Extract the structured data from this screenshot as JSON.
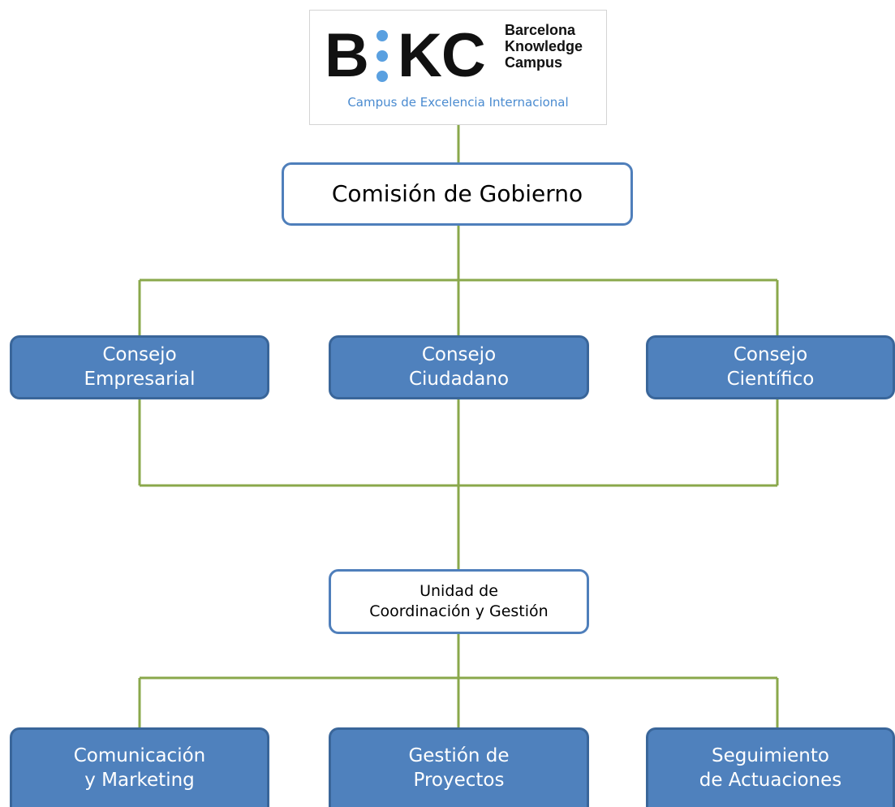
{
  "logo": {
    "letter_left": "B",
    "letters_right": "KC",
    "name_lines": [
      "Barcelona",
      "Knowledge",
      "Campus"
    ],
    "tagline": "Campus de Excelencia Internacional",
    "dot_color": "#5aa0e0"
  },
  "nodes": {
    "comision": {
      "lines": [
        "Comisión de Gobierno"
      ]
    },
    "empresarial": {
      "lines": [
        "Consejo",
        "Empresarial"
      ]
    },
    "ciudadano": {
      "lines": [
        "Consejo",
        "Ciudadano"
      ]
    },
    "cientifico": {
      "lines": [
        "Consejo",
        "Científico"
      ]
    },
    "unidad": {
      "lines": [
        "Unidad de",
        "Coordinación y Gestión"
      ]
    },
    "comunicacion": {
      "lines": [
        "Comunicación",
        "y Marketing"
      ]
    },
    "gestion": {
      "lines": [
        "Gestión de",
        "Proyectos"
      ]
    },
    "seguimiento": {
      "lines": [
        "Seguimiento",
        "de Actuaciones"
      ]
    }
  },
  "colors": {
    "connector": "#8aa84b",
    "box_fill": "#4f81bd",
    "box_border": "#3a669a",
    "outline_border": "#4f7fbb"
  }
}
